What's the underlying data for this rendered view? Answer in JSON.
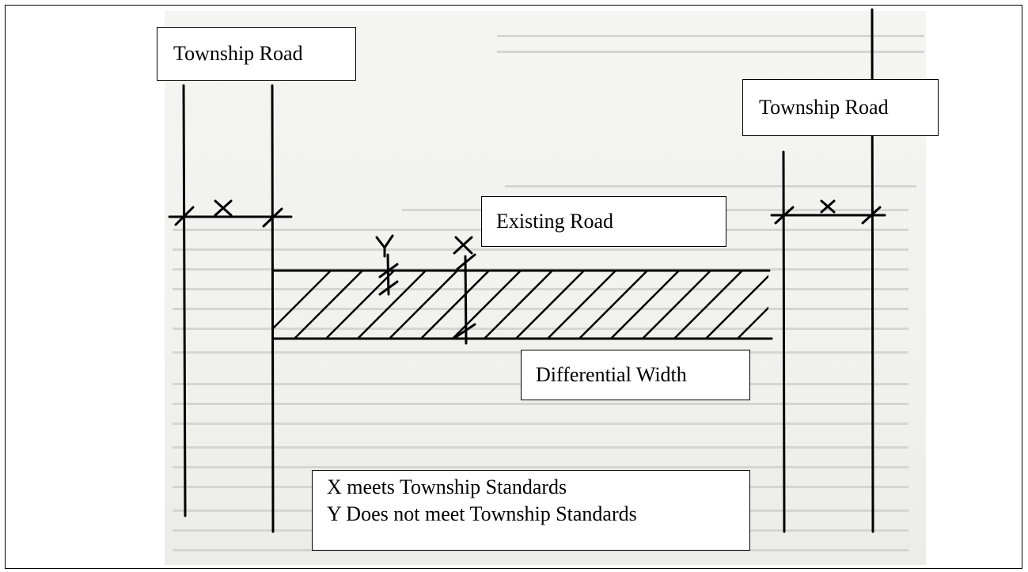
{
  "labels": {
    "township_road_left": "Township Road",
    "township_road_right": "Township Road",
    "existing_road": "Existing Road",
    "differential_width": "Differential Width"
  },
  "marks": {
    "x_mark": "X",
    "y_mark": "Y"
  },
  "legend": {
    "x_line": "X meets Township Standards",
    "y_line": "Y Does not meet Township Standards"
  },
  "colors": {
    "ink": "#000000",
    "scan_background": "#f2f2ef"
  }
}
